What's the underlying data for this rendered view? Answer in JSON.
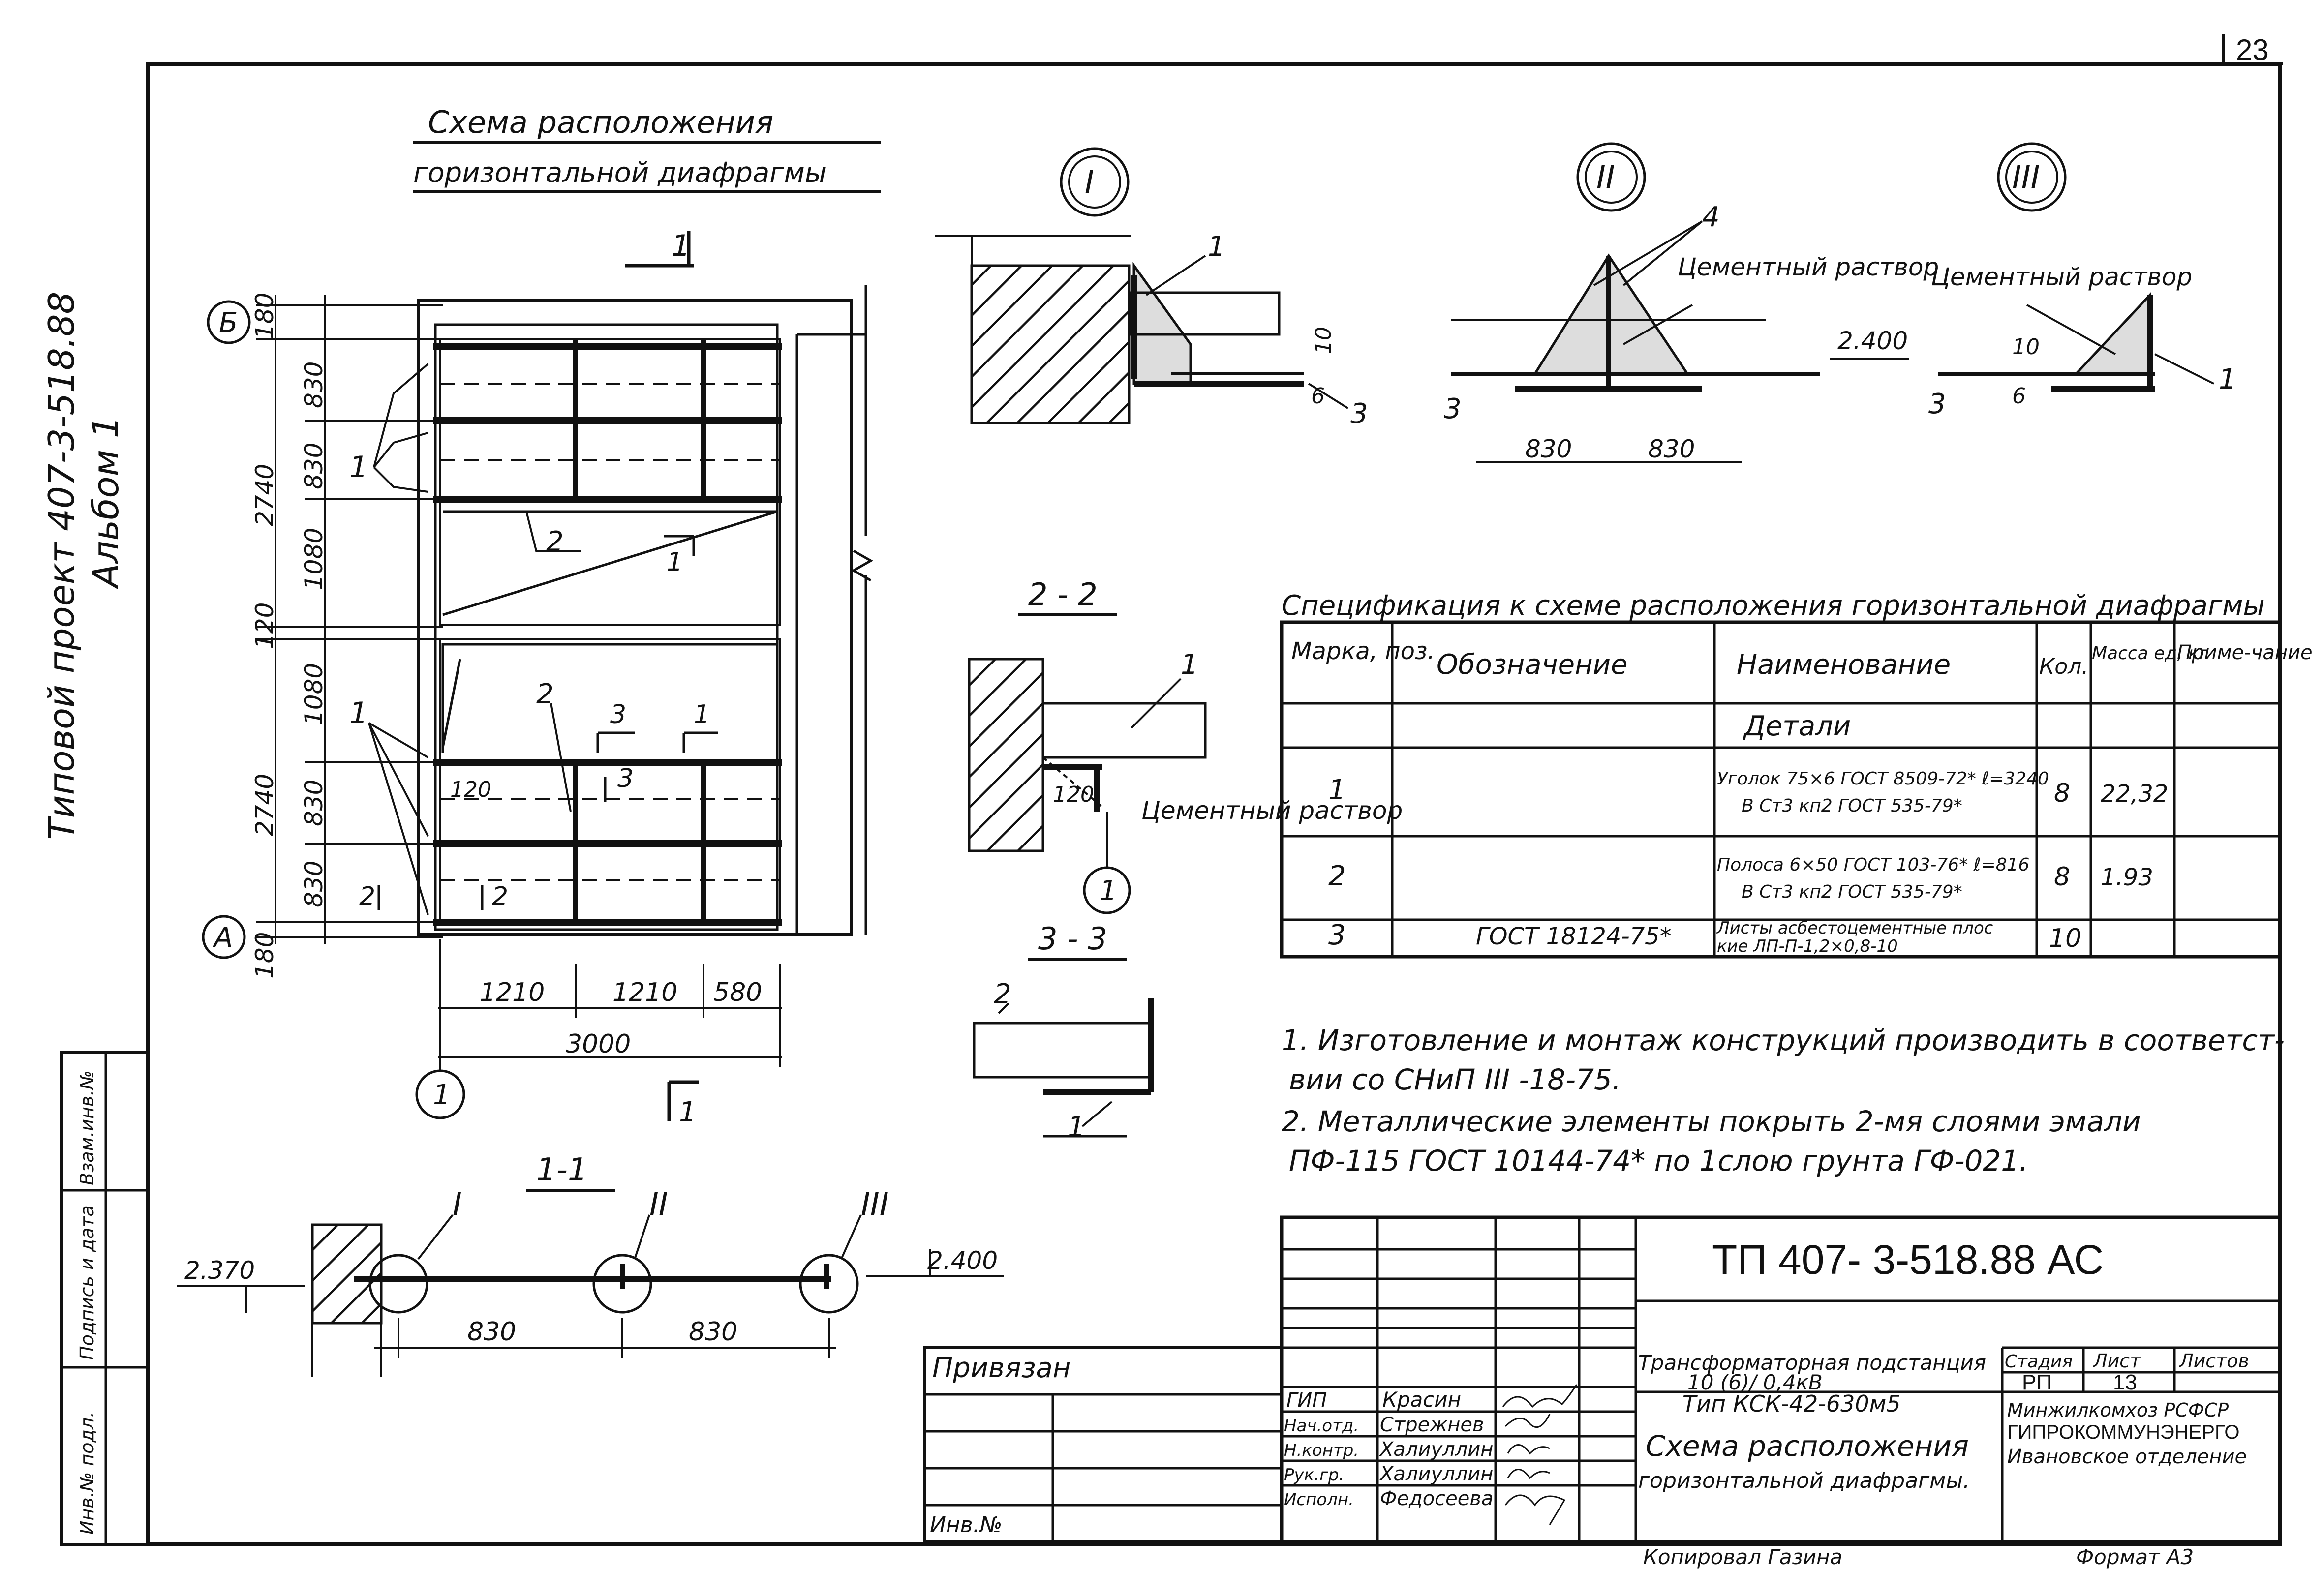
{
  "page_number": "23",
  "side_title": {
    "line1": "Типовой проект 407-3-518.88",
    "line2": "Альбом 1"
  },
  "side_stamp_labels": [
    "Инв.№ подл.",
    "Подпись и дата",
    "Взам.инв.№"
  ],
  "scheme": {
    "title_line1": "Схема расположения",
    "title_line2": "горизонтальной диафрагмы",
    "axis_b": "Б",
    "axis_a": "А",
    "axis_1": "1",
    "section_mark": "1",
    "dims_vertical": [
      "180",
      "830",
      "830",
      "2740",
      "1080",
      "120",
      "1080",
      "830",
      "830",
      "2740",
      "180"
    ],
    "dims_horizontal": [
      "1210",
      "1210",
      "580"
    ],
    "dim_total": "3000",
    "labels": [
      "1",
      "2",
      "1",
      "1",
      "2",
      "3",
      "1",
      "3",
      "120",
      "2",
      "2",
      "1"
    ]
  },
  "node_marks": {
    "n1": "I",
    "n2": "II",
    "n3": "III"
  },
  "node_labels": {
    "cement_mortar": "Цементный раствор",
    "dim_10": "10",
    "dim_6": "6",
    "dim_830a": "830",
    "dim_830b": "830",
    "level_2400": "2.400",
    "pos1": "1",
    "pos3": "3",
    "pos4": "4"
  },
  "section_22": {
    "title": "2 - 2",
    "label_120": "120",
    "pos1": "1",
    "axis": "1",
    "mortar": "Цементный раствор"
  },
  "section_33": {
    "title": "3 - 3",
    "pos1": "1",
    "pos2": "2"
  },
  "section_11": {
    "title": "1-1",
    "level_left": "2.370",
    "level_right": "2.400",
    "dim_a": "830",
    "dim_b": "830",
    "m1": "I",
    "m2": "II",
    "m3": "III"
  },
  "spec": {
    "title": "Спецификация к схеме расположения горизонтальной диафрагмы",
    "headers": [
      "Марка, поз.",
      "Обозначение",
      "Наименование",
      "Кол.",
      "Масса ед, кг",
      "Приме-чание"
    ],
    "group": "Детали",
    "rows": [
      {
        "pos": "1",
        "designation": "",
        "name1": "Уголок 75×6 ГОСТ 8509-72* ℓ=3240",
        "name2": "В Ст3 кп2 ГОСТ 535-79*",
        "qty": "8",
        "mass": "22,32",
        "note": ""
      },
      {
        "pos": "2",
        "designation": "",
        "name1": "Полоса 6×50 ГОСТ 103-76* ℓ=816",
        "name2": "В Ст3 кп2 ГОСТ 535-79*",
        "qty": "8",
        "mass": "1.93",
        "note": ""
      },
      {
        "pos": "3",
        "designation": "ГОСТ 18124-75*",
        "name1": "Листы асбестоцементные плос",
        "name2": "кие ЛП-П-1,2×0,8-10",
        "qty": "10",
        "mass": "",
        "note": ""
      }
    ]
  },
  "notes": [
    "1. Изготовление и монтаж конструкций производить в соответст-",
    "вии со СНиП III -18-75.",
    "2. Металлические элементы покрыть 2-мя слоями эмали",
    "ПФ-115 ГОСТ 10144-74* по 1слою грунта ГФ-021."
  ],
  "title_block": {
    "code": "ТП 407- 3-518.88 АС",
    "project_line1": "Трансформаторная подстанция",
    "project_line2": "10 (6)/ 0,4кВ",
    "project_line3": "Тип КСК-42-630м5",
    "sheet_title_line1": "Схема расположения",
    "sheet_title_line2": "горизонтальной диафрагмы.",
    "stage_label": "Стадия",
    "sheet_label": "Лист",
    "sheets_label": "Листов",
    "stage": "РП",
    "sheet": "13",
    "sheets": "",
    "org_line1": "Минжилкомхоз РСФСР",
    "org_line2": "ГИПРОКОММУНЭНЕРГО",
    "org_line3": "Ивановское отделение",
    "privyazan": "Привязан",
    "inv_no": "Инв.№",
    "roles": [
      {
        "role": "ГИП",
        "name": "Красин"
      },
      {
        "role": "Нач.отд.",
        "name": "Стрежнев"
      },
      {
        "role": "Н.контр.",
        "name": "Халиуллин"
      },
      {
        "role": "Рук.гр.",
        "name": "Халиуллин"
      },
      {
        "role": "Исполн.",
        "name": "Федосеева"
      }
    ],
    "copied": "Копировал Газина",
    "format": "Формат А3"
  }
}
